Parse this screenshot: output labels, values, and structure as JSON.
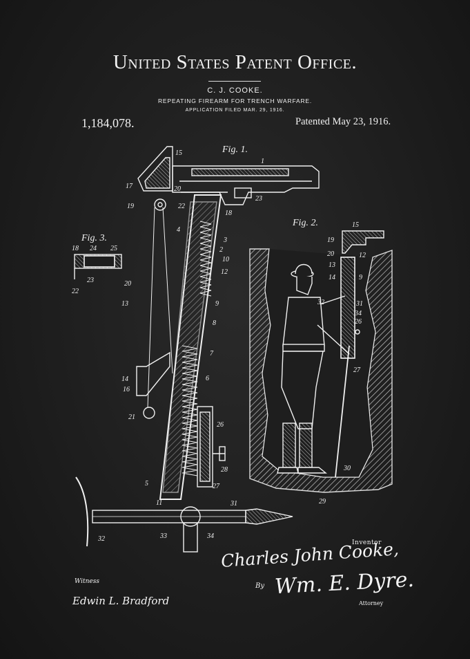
{
  "header": {
    "office": "United States Patent Office.",
    "inventor": "C. J. COOKE.",
    "invention_title": "REPEATING FIREARM FOR TRENCH WARFARE.",
    "application_filed": "APPLICATION FILED MAR. 29, 1916.",
    "patent_number": "1,184,078.",
    "patented_date": "Patented May 23, 1916."
  },
  "figures": {
    "fig1": "Fig. 1.",
    "fig2": "Fig. 2.",
    "fig3": "Fig. 3."
  },
  "reference_numerals": {
    "n1": "1",
    "n2": "2",
    "n3": "3",
    "n4": "4",
    "n5": "5",
    "n6": "6",
    "n7": "7",
    "n8": "8",
    "n9": "9",
    "n10": "10",
    "n11": "11",
    "n12": "12",
    "n13": "13",
    "n14": "14",
    "n15": "15",
    "n16": "16",
    "n17": "17",
    "n18": "18",
    "n19": "19",
    "n20": "20",
    "n21": "21",
    "n22": "22",
    "n23": "23",
    "n24": "24",
    "n25": "25",
    "n26": "26",
    "n27": "27",
    "n28": "28",
    "n29": "29",
    "n30": "30",
    "n31": "31",
    "n32": "32",
    "n33": "33",
    "n34": "34"
  },
  "signatures": {
    "inventor_label": "Inventor",
    "inventor_signature": "Charles John Cooke,",
    "by_label": "By",
    "attorney_signature": "Wm. E. Dyre.",
    "attorney_label": "Attorney",
    "witness_label": "Witness",
    "witness_signature": "Edwin L. Bradford"
  }
}
